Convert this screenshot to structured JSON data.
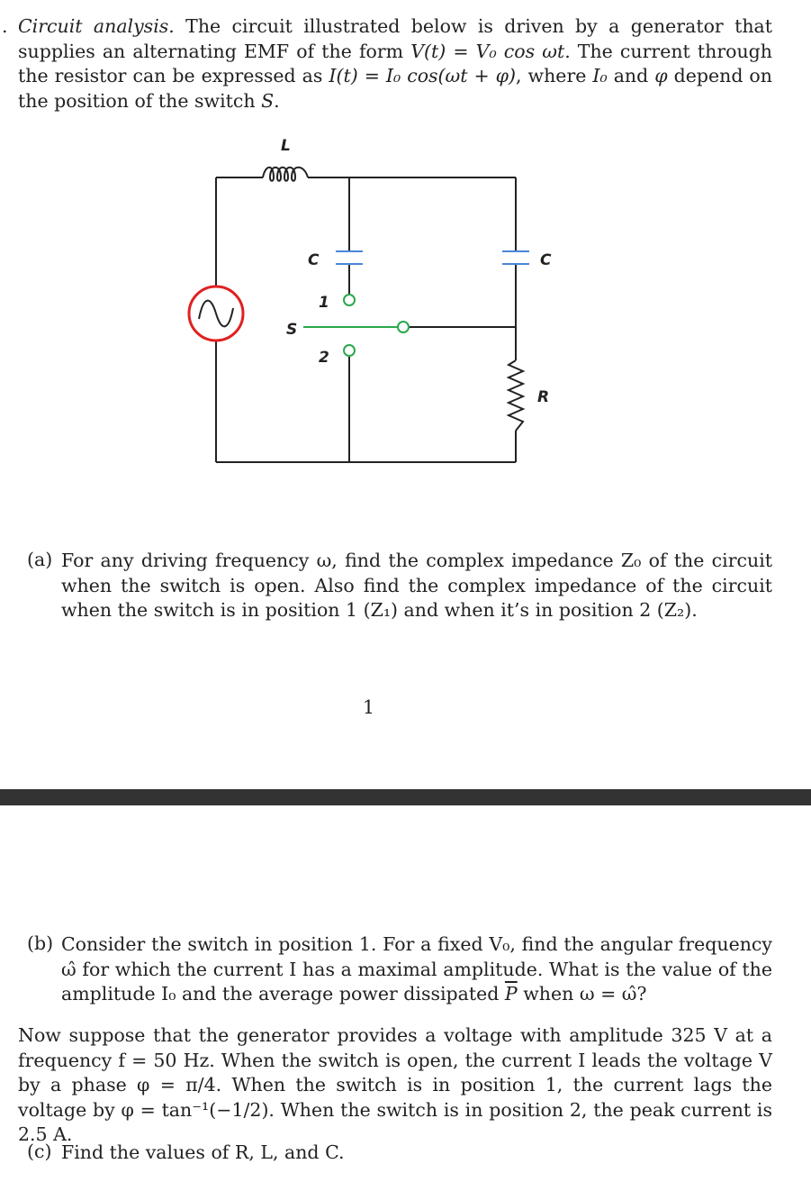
{
  "problem": {
    "number_mark": ".",
    "title": "Circuit analysis.",
    "intro_1": "The circuit illustrated below is driven by a generator that supplies an alternating EMF of the form ",
    "emf_eq": "V(t) = V₀ cos ωt",
    "intro_2": ". The current through the resistor can be expressed as ",
    "current_eq": "I(t) = I₀ cos(ωt + φ)",
    "intro_3": ", where ",
    "i0": "I₀",
    "and": " and ",
    "phi": "φ",
    "intro_4": " depend on the position of the switch ",
    "switch_s": "S",
    "period": "."
  },
  "circuit": {
    "inductor_label": "L",
    "capacitor_left_label": "C",
    "capacitor_right_label": "C",
    "switch_label": "S",
    "position_1": "1",
    "position_2": "2",
    "resistor_label": "R",
    "colors": {
      "wire": "#222222",
      "source": "#e02020",
      "capacitor": "#4a86d8",
      "switch": "#2aa84a"
    }
  },
  "part_a": {
    "label": "(a)",
    "text": "For any driving frequency ω, find the complex impedance Z₀ of the circuit when the switch is open. Also find the complex impedance of the circuit when the switch is in position 1 (Z₁) and when it’s in position 2 (Z₂)."
  },
  "page_number": "1",
  "part_b": {
    "label": "(b)",
    "text_1": "Consider the switch in position 1. For a fixed V₀, find the angular frequency ω̂ for which the current I has a maximal amplitude. What is the value of the amplitude I₀ and the average power dissipated ",
    "p_bar": "P",
    "text_2": " when ω = ω̂?"
  },
  "now_para": {
    "text": "Now suppose that the generator provides a voltage with amplitude 325 V at a frequency f = 50 Hz. When the switch is open, the current I leads the voltage V by a phase φ = π/4. When the switch is in position 1, the current lags the voltage by φ = tan⁻¹(−1/2). When the switch is in position 2, the peak current is 2.5 A."
  },
  "part_c": {
    "label": "(c)",
    "text": "Find the values of R, L, and C."
  }
}
